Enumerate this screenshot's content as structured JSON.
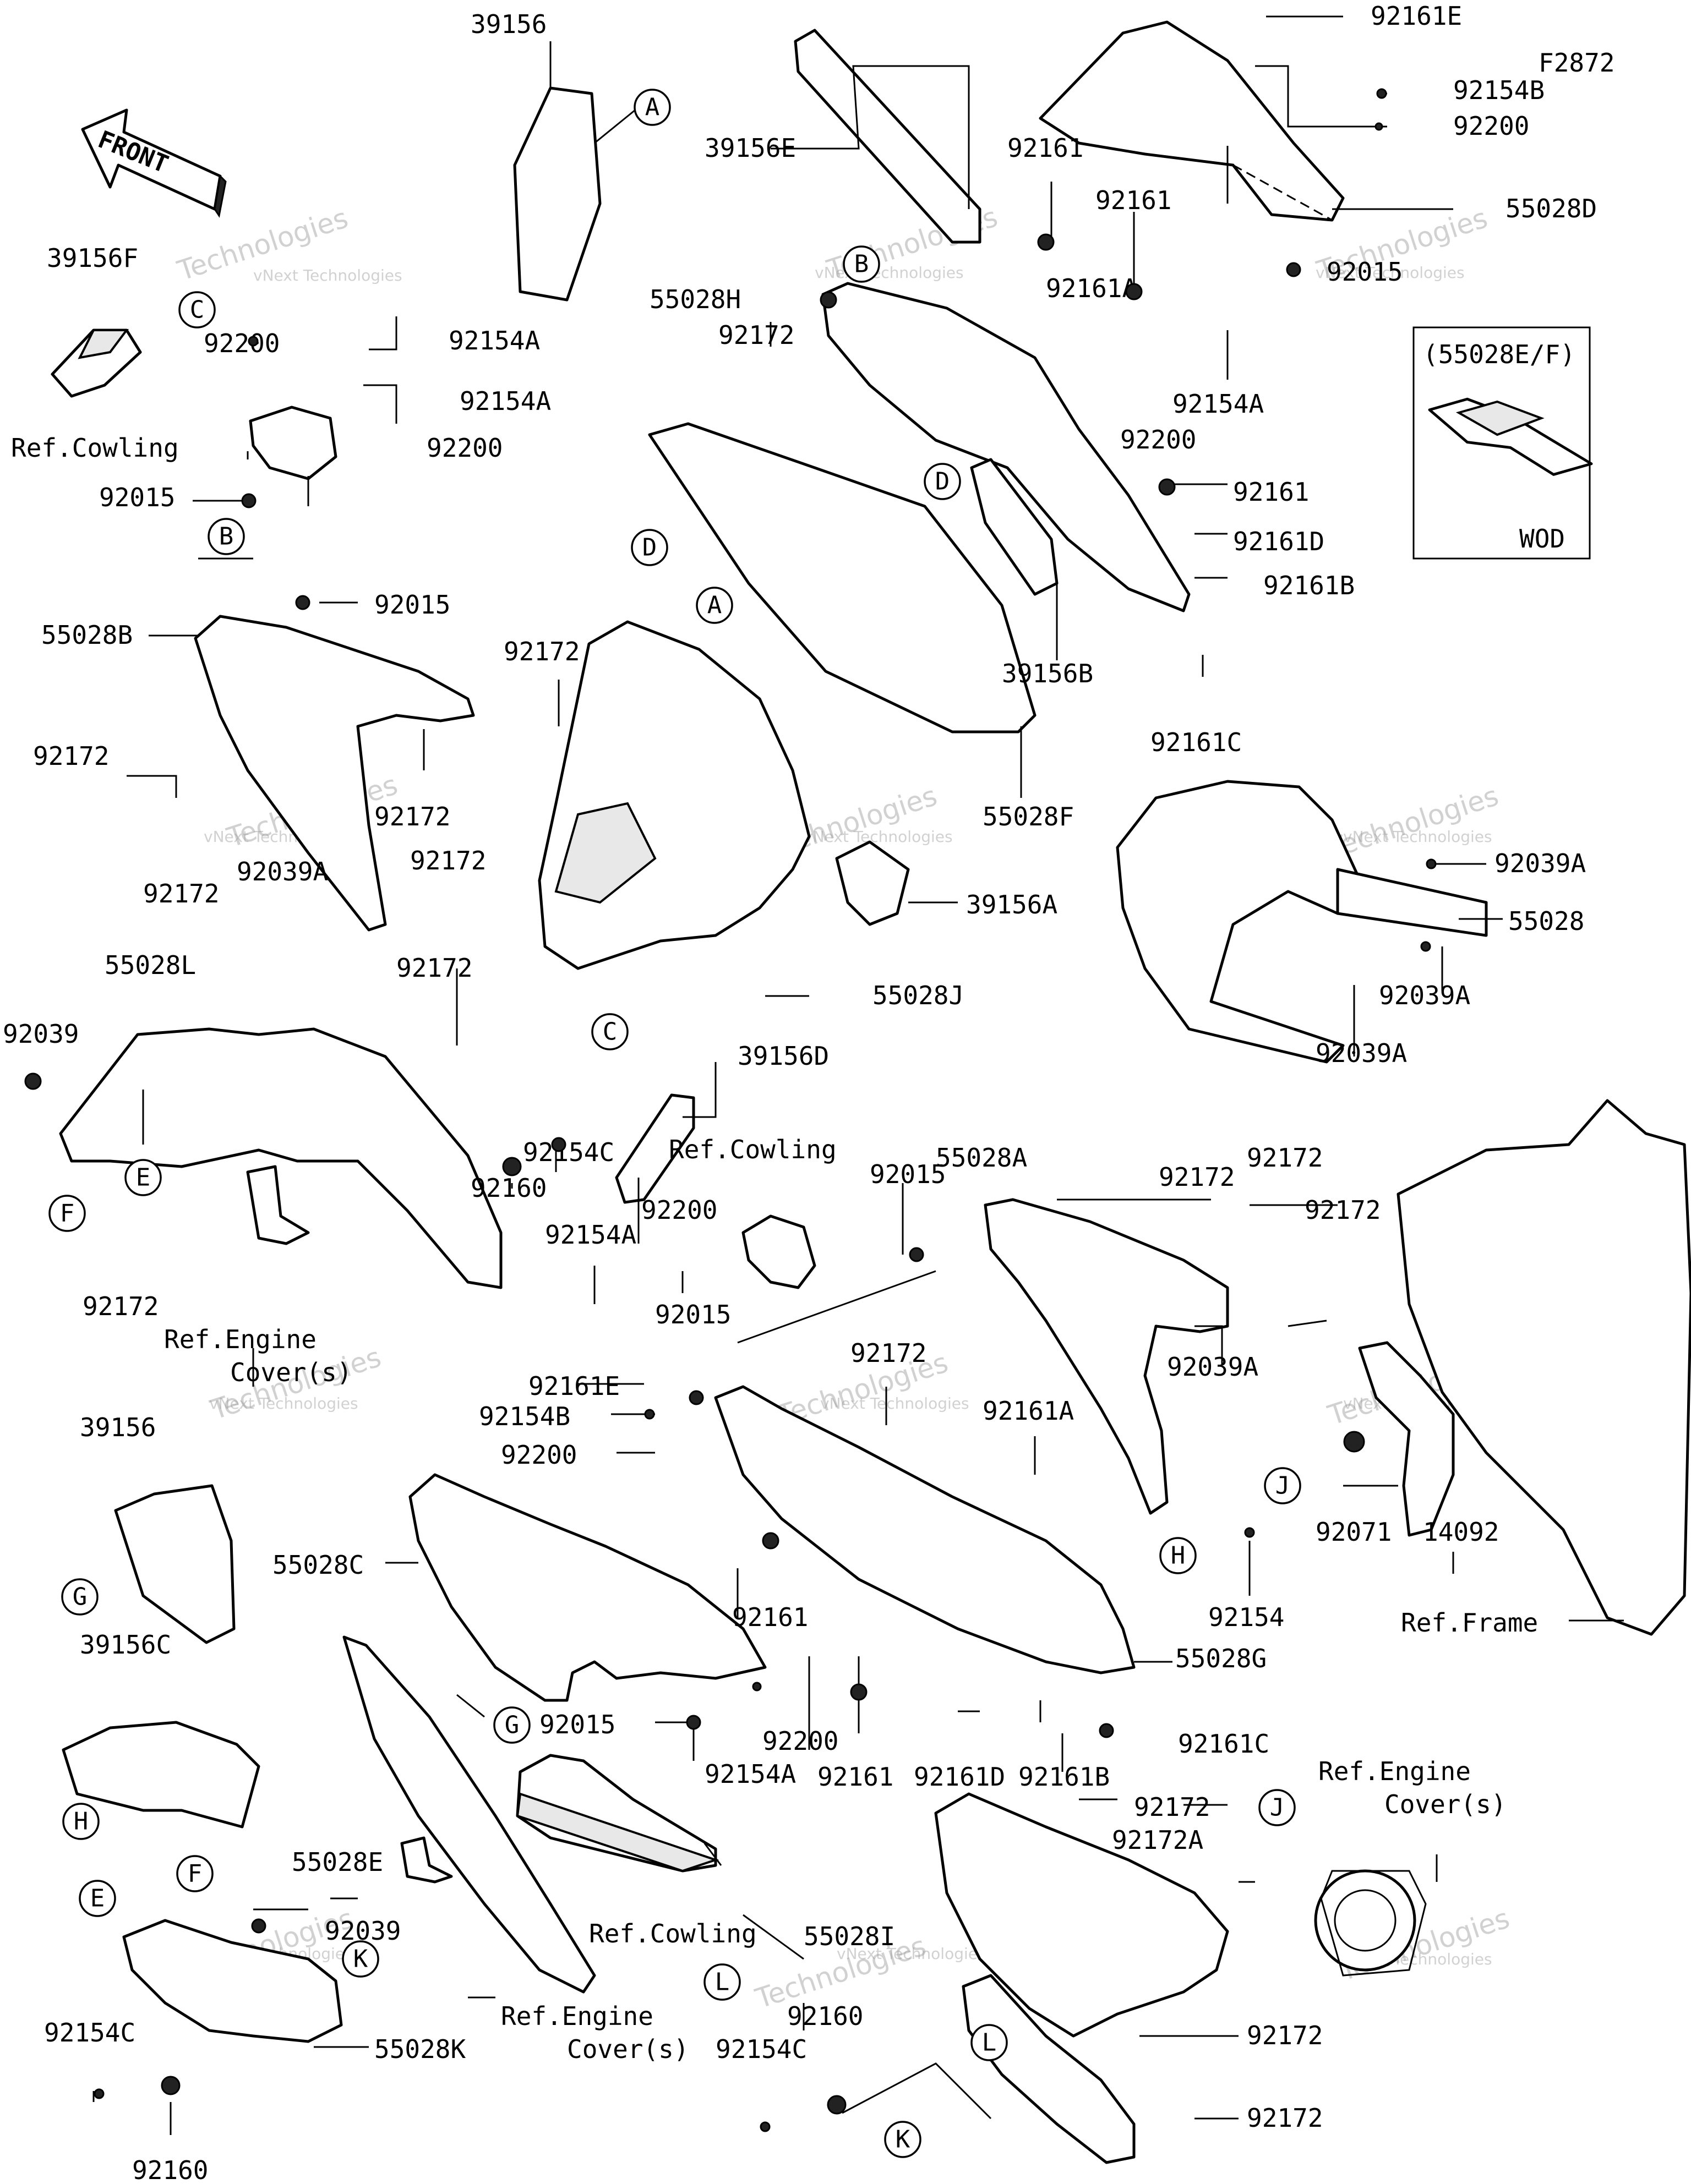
{
  "diagram": {
    "code": "F2872",
    "front_label": "FRONT",
    "inset_title": "(55028E/F)",
    "inset_footer": "WOD",
    "watermark_top": "vNext Technologies",
    "watermark_main": "Technologies",
    "watermark_small": "vNext",
    "labels": {
      "p39156_top": "39156",
      "p92161E_top": "92161E",
      "p39156E": "39156E",
      "p92154B_top": "92154B",
      "p92200_top_r": "92200",
      "p55028D": "55028D",
      "p92161_a": "92161",
      "p92161_b": "92161",
      "p92015_top": "92015",
      "p39156F": "39156F",
      "p55028H": "55028H",
      "p92161A_top": "92161A",
      "p92172_top": "92172",
      "p92154A_r": "92154A",
      "p92200_mid_r": "92200",
      "p92154A_l1": "92154A",
      "p92200_l1": "92200",
      "p92154A_l2": "92154A",
      "p92200_l2": "92200",
      "p_ref_cowling_1": "Ref.Cowling",
      "p92015_l": "92015",
      "p92161_c": "92161",
      "p92161D_top": "92161D",
      "p92161B_top": "92161B",
      "p92015_mid": "92015",
      "p55028B": "55028B",
      "p92172_mid": "92172",
      "p39156B": "39156B",
      "p92161C_top": "92161C",
      "p92172_l1": "92172",
      "p92172_l2": "92172",
      "p92172_l3": "92172",
      "p92039A_l": "92039A",
      "p55028F": "55028F",
      "p92172_c1": "92172",
      "p39156A": "39156A",
      "p92039A_r1": "92039A",
      "p55028": "55028",
      "p92172_c2": "92172",
      "p55028L": "55028L",
      "p55028J": "55028J",
      "p92039A_r2": "92039A",
      "p92039A_r3": "92039A",
      "p92039": "92039",
      "p39156D": "39156D",
      "p92154C_mid": "92154C",
      "p92160_mid": "92160",
      "p_ref_cowling_2": "Ref.Cowling",
      "p55028A": "55028A",
      "p92172_m1": "92172",
      "p92172_m2": "92172",
      "p92015_m": "92015",
      "p92200_m": "92200",
      "p92154A_m": "92154A",
      "p92172_m3": "92172",
      "p92172_l4": "92172",
      "p92015_m2": "92015",
      "p_ref_engine_1a": "Ref.Engine",
      "p_ref_engine_1b": "Cover(s)",
      "p92161E_m": "92161E",
      "p92172_m4": "92172",
      "p92039A_m": "92039A",
      "p92154B_m": "92154B",
      "p92161A_m": "92161A",
      "p39156": "39156",
      "p92200_m2": "92200",
      "p92071": "92071",
      "p14092": "14092",
      "p55028C": "55028C",
      "p92154": "92154",
      "p92161_m": "92161",
      "p_ref_frame": "Ref.Frame",
      "p55028G": "55028G",
      "p39156C": "39156C",
      "p92015_low": "92015",
      "p92200_low": "92200",
      "p92154A_low": "92154A",
      "p92161_low": "92161",
      "p92161D_low": "92161D",
      "p92161B_low": "92161B",
      "p92161C_low": "92161C",
      "p92172_low1": "92172",
      "p92172A": "92172A",
      "p_ref_engine_2a": "Ref.Engine",
      "p_ref_engine_2b": "Cover(s)",
      "p55028E": "55028E",
      "p92039_low": "92039",
      "p_ref_cowling_3": "Ref.Cowling",
      "p55028I": "55028I",
      "p_ref_engine_3a": "Ref.Engine",
      "p_ref_engine_3b": "Cover(s)",
      "p92154C_low": "92154C",
      "p92160_low2": "92160",
      "p92172_low2": "92172",
      "p55028K": "55028K",
      "p92154C_low2": "92154C",
      "p92172_low3": "92172",
      "p92160_low": "92160"
    },
    "callouts": {
      "A": "A",
      "B": "B",
      "C": "C",
      "D": "D",
      "E": "E",
      "F": "F",
      "G": "G",
      "H": "H",
      "J": "J",
      "K": "K",
      "L": "L"
    }
  }
}
